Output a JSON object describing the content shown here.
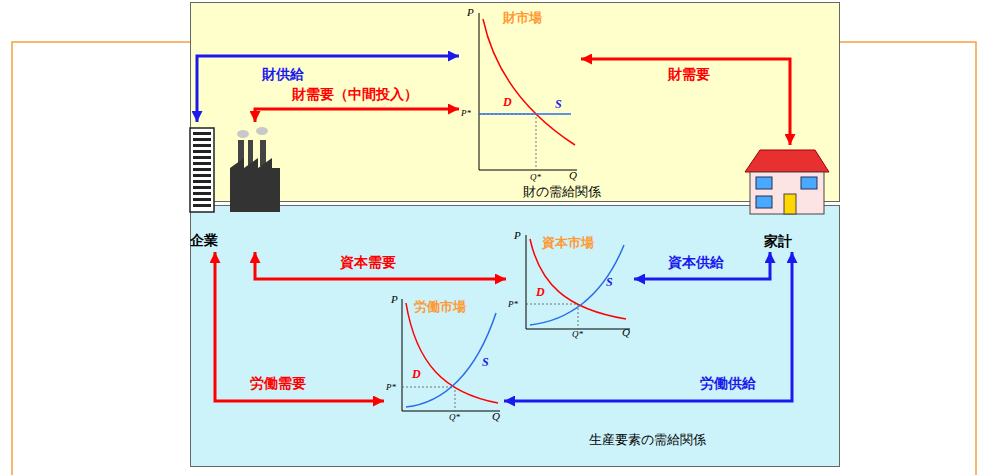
{
  "diagram": {
    "nodes": [
      {
        "text": [
          "財の需給関係"
        ]
      },
      {
        "text": [
          "財市場",
          "P",
          "P*",
          "D",
          "S",
          "Q*",
          "Q"
        ],
        "in": 0
      },
      {
        "text": [
          "企業"
        ]
      },
      {
        "text": [
          "家計"
        ]
      },
      {
        "text": [
          "生産要素の需給関係"
        ]
      },
      {
        "text": [
          "資本市場",
          "P",
          "P*",
          "D",
          "S",
          "Q*",
          "Q"
        ],
        "in": 4
      },
      {
        "text": [
          "労働市場",
          "P",
          "P*",
          "D",
          "S",
          "Q*",
          "Q"
        ],
        "in": 4
      }
    ],
    "edges": [
      {
        "from": 2,
        "to": 1,
        "arrow": "both",
        "label": "財供給"
      },
      {
        "from": 3,
        "to": 1,
        "arrow": "both",
        "label": "財需要"
      },
      {
        "from": 2,
        "to": 1,
        "arrow": "both",
        "label": "財需要（中間投入）"
      },
      {
        "from": 2,
        "to": 5,
        "arrow": "both",
        "label": "資本需要"
      },
      {
        "from": 3,
        "to": 5,
        "arrow": "both",
        "label": "資本供給"
      },
      {
        "from": 2,
        "to": 6,
        "arrow": "both",
        "label": "労働需要"
      },
      {
        "from": 3,
        "to": 6,
        "arrow": "both",
        "label": "労働供給"
      }
    ]
  }
}
